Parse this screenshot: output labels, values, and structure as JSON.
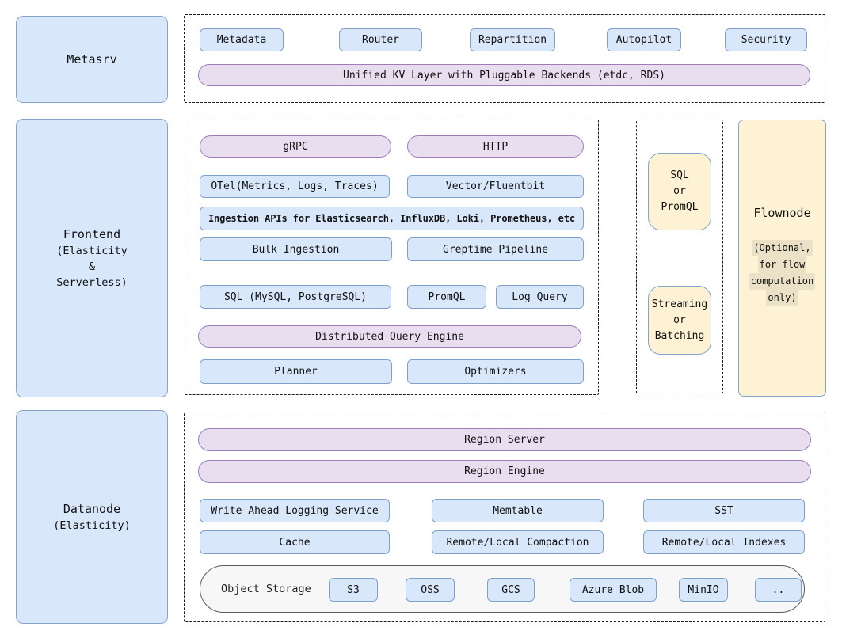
{
  "colors": {
    "blue_fill": "#d9e7fa",
    "blue_border": "#7fa0cc",
    "purple_fill": "#e8def0",
    "purple_border": "#9c7db8",
    "yellow_fill": "#fdf3d4",
    "object_storage_fill": "#f7f7f7"
  },
  "metasrv": {
    "label": "Metasrv",
    "boxes": [
      "Metadata",
      "Router",
      "Repartition",
      "Autopilot",
      "Security"
    ],
    "kv_layer": "Unified KV Layer with Pluggable Backends (etdc, RDS)"
  },
  "frontend": {
    "label_lines": [
      "Frontend",
      "(Elasticity",
      "&",
      "Serverless)"
    ],
    "grpc": "gRPC",
    "http": "HTTP",
    "otel": "OTel(Metrics, Logs, Traces)",
    "vector": "Vector/Fluentbit",
    "ingestion_apis": "Ingestion APIs for Elasticsearch, InfluxDB, Loki, Prometheus, etc",
    "bulk_ingestion": "Bulk Ingestion",
    "greptime_pipeline": "Greptime Pipeline",
    "sql": "SQL (MySQL, PostgreSQL)",
    "promql": "PromQL",
    "log_query": "Log Query",
    "distributed_query_engine": "Distributed Query Engine",
    "planner": "Planner",
    "optimizers": "Optimizers"
  },
  "flow_link": {
    "sql_or_promql_lines": [
      "SQL",
      "or",
      "PromQL"
    ],
    "streaming_or_batching_lines": [
      "Streaming",
      "or",
      "Batching"
    ]
  },
  "flownode": {
    "title": "Flownode",
    "subtitle_lines": [
      "(Optional,",
      "for flow",
      "computation",
      "only)"
    ]
  },
  "datanode": {
    "label_lines": [
      "Datanode",
      "(Elasticity)"
    ],
    "region_server": "Region Server",
    "region_engine": "Region Engine",
    "grid": [
      [
        "Write Ahead Logging Service",
        "Memtable",
        "SST"
      ],
      [
        "Cache",
        "Remote/Local Compaction",
        "Remote/Local Indexes"
      ]
    ],
    "object_storage": {
      "label": "Object Storage",
      "providers": [
        "S3",
        "OSS",
        "GCS",
        "Azure Blob",
        "MinIO",
        ".."
      ]
    }
  }
}
